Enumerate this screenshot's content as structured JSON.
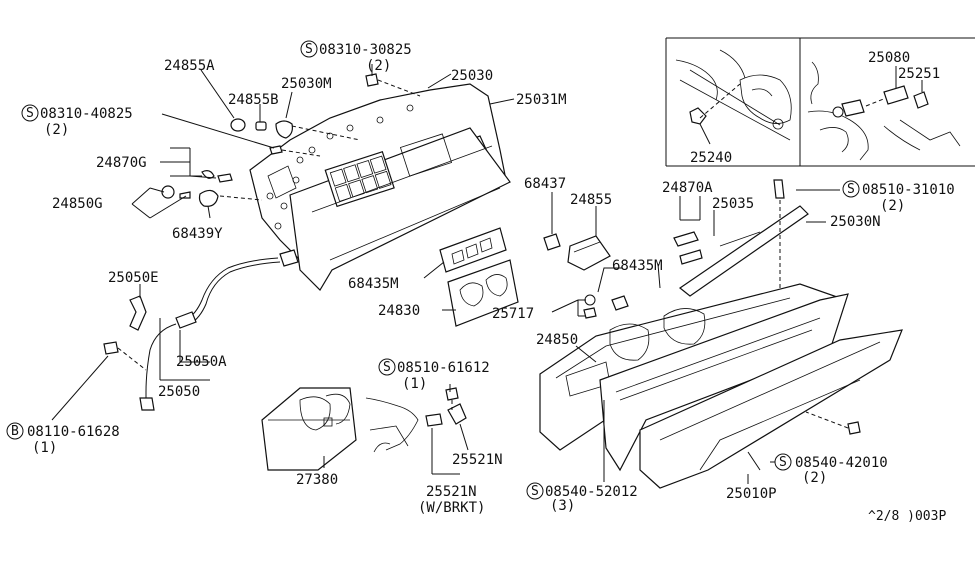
{
  "labels": {
    "p25030": "25030",
    "p25031M": "25031M",
    "p24855A": "24855A",
    "p24855B": "24855B",
    "p25030M": "25030M",
    "s08310_30825": "08310-30825",
    "s08310_30825_qty": "(2)",
    "s08310_40825": "08310-40825",
    "s08310_40825_qty": "(2)",
    "p24870G": "24870G",
    "p24850G": "24850G",
    "p68439Y": "68439Y",
    "p68435M_a": "68435M",
    "p68435M_b": "68435M",
    "p24830": "24830",
    "p25050E": "25050E",
    "p25050A": "25050A",
    "p25050": "25050",
    "b08110_61628": "08110-61628",
    "b08110_61628_qty": "(1)",
    "p27380": "27380",
    "s08510_61612": "08510-61612",
    "s08510_61612_qty": "(1)",
    "p25521N_a": "25521N",
    "p25521N_b": "25521N",
    "w_brkt": "(W/BRKT)",
    "p68437": "68437",
    "p24855": "24855",
    "p25717": "25717",
    "p24850": "24850",
    "s08540_52012": "08540-52012",
    "s08540_52012_qty": "(3)",
    "p24870A": "24870A",
    "p25035": "25035",
    "s08510_31010": "08510-31010",
    "s08510_31010_qty": "(2)",
    "p25030N": "25030N",
    "s08540_42010": "08540-42010",
    "s08540_42010_qty": "(2)",
    "p25010P": "25010P",
    "p25240": "25240",
    "p25080": "25080",
    "p25251": "25251",
    "ref": "^2/8 )003P"
  },
  "markers": {
    "screw": "S",
    "bolt": "B"
  }
}
